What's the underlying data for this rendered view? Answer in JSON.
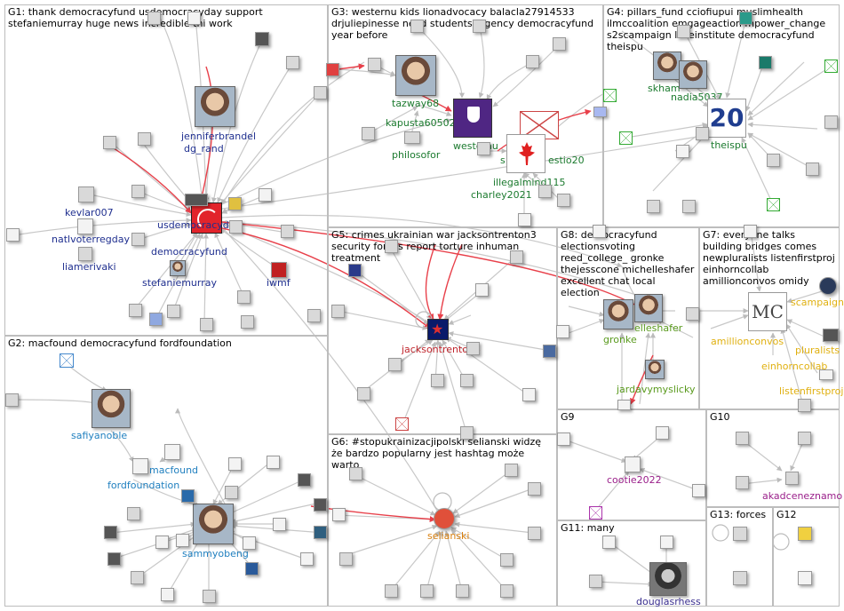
{
  "groups": [
    {
      "id": "g1",
      "label": "G1: thank democracyfund usdemocracyday support stefaniemurray huge news incredible thi work"
    },
    {
      "id": "g2",
      "label": "G2: macfound democracyfund fordfoundation"
    },
    {
      "id": "g3",
      "label": "G3: westernu kids lionadvocacy balacla27914533 drjuliepinesse need students4agency democracyfund year before"
    },
    {
      "id": "g4",
      "label": "G4: pillars_fund cciofiupui muslimhealth ilmccoalition emgageaction mpower_change s2scampaign lakeinstitute democracyfund theispu"
    },
    {
      "id": "g5",
      "label": "G5: crimes ukrainian war jacksontrenton3 security forces report torture inhuman treatment"
    },
    {
      "id": "g6",
      "label": "G6: #stopukrainizacjipolski selianski widzę że bardzo popularny jest hashtag może warto"
    },
    {
      "id": "g7",
      "label": "G7: everyone talks building bridges comes newpluralists listenfirstproj einhorncollab amillionconvos omidy"
    },
    {
      "id": "g8",
      "label": "G8: democracyfund electionsvoting reed_college_ gronke thejesscone michelleshafer excellent chat local election"
    },
    {
      "id": "g9",
      "label": "G9"
    },
    {
      "id": "g10",
      "label": "G10"
    },
    {
      "id": "g11",
      "label": "G11: many"
    },
    {
      "id": "g12",
      "label": "G12"
    },
    {
      "id": "g13",
      "label": "G13: forces"
    }
  ],
  "nodes": {
    "jenniferbrandel": "jenniferbrandel",
    "dg_rand": "dg_rand",
    "usdemocracyday": "usdemocracyday",
    "democracyfund": "democracyfund",
    "kevlar007": "kevlar007",
    "natlvoterregday": "natlvoterregday",
    "liamerivaki": "liamerivaki",
    "stefaniemurray": "stefaniemurray",
    "iwmf": "iwmf",
    "safiyanoble": "safiyanoble",
    "macfound": "macfound",
    "fordfoundation": "fordfoundation",
    "sammyobeng": "sammyobeng",
    "tazway68": "tazway68",
    "kapusta60502": "kapusta60502",
    "philosofor": "philosofor",
    "westernu": "westernu",
    "sa_frag": "s",
    "estio_frag": "estio20",
    "illegalmind115": "illegalmind115",
    "charley2021": "charley2021",
    "skhamis": "skham",
    "nadia": "nadia5037",
    "theispu": "theispu",
    "jacksontrenton3": "jacksontrenton3",
    "selianski": "selianski",
    "gronke": "gronke",
    "elleshafer": "elleshafer",
    "jardavymyslicky": "jardavymyslicky",
    "amillionconvos": "amillionconvos",
    "s2scampaign": "scampaign",
    "pluralists": "pluralists",
    "einhorncollab": "einhorncollab",
    "listenfirstproj": "listenfirstproj",
    "cootie2022": "cootie2022",
    "akadceneznamo": "akadceneznamo",
    "douglasrhess": "douglasrhess"
  },
  "colors": {
    "edge": "#c8c8c8",
    "edge_red": "#e8404a",
    "group_border": "#bdbdbd"
  }
}
